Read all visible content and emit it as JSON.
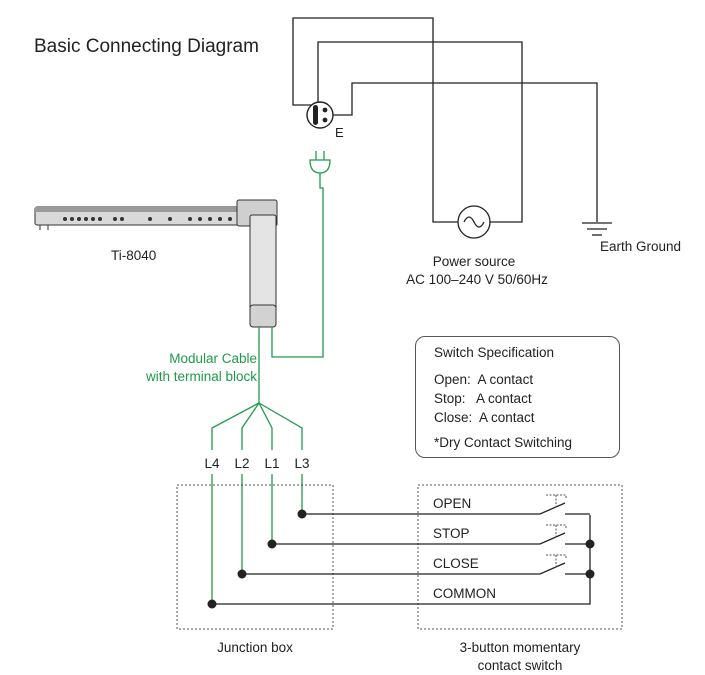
{
  "title": "Basic Connecting Diagram",
  "earth_label": "E",
  "motor_label": "Ti-8040",
  "power_source": {
    "line1": "Power source",
    "line2": "AC 100–240 V 50/60Hz"
  },
  "earth_ground": "Earth Ground",
  "modular_cable": {
    "line1": "Modular Cable",
    "line2": "with terminal block"
  },
  "wires": [
    "L4",
    "L2",
    "L1",
    "L3"
  ],
  "switch_spec": {
    "title": "Switch Specification",
    "rows": [
      "Open:  A contact",
      "Stop:   A contact",
      "Close:  A contact"
    ],
    "note": "*Dry Contact Switching"
  },
  "switch_buttons": [
    "OPEN",
    "STOP",
    "CLOSE",
    "COMMON"
  ],
  "junction_box": "Junction box",
  "switch_box": {
    "line1": "3-button momentary",
    "line2": "contact switch"
  },
  "colors": {
    "wire_black": "#222222",
    "wire_green": "#1f9a4a"
  }
}
